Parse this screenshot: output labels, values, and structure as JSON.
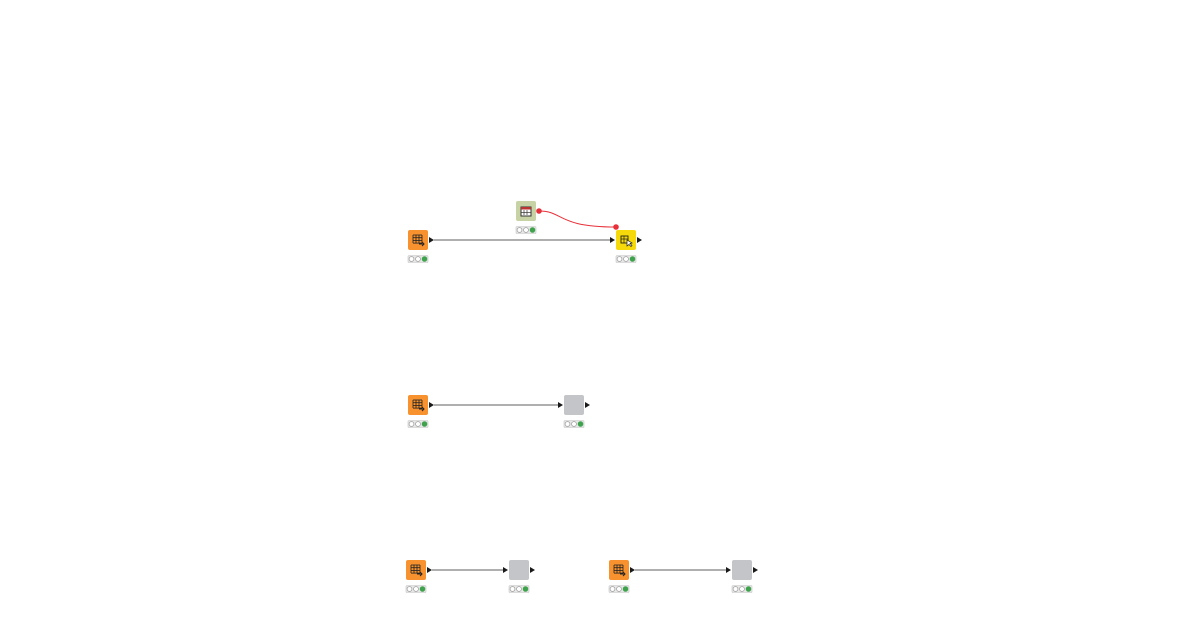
{
  "workflow": {
    "nodes": [
      {
        "id": "n1",
        "kind": "source",
        "fill": "#f7922f",
        "icon": "table-creator-icon",
        "status": [
          "idle",
          "idle",
          "executed"
        ]
      },
      {
        "id": "n2",
        "kind": "configuration",
        "fill": "#c7d3a5",
        "icon": "calendar-widget-icon",
        "status": [
          "idle",
          "idle",
          "executed"
        ]
      },
      {
        "id": "n3",
        "kind": "view",
        "fill": "#f5d90a",
        "icon": "interactive-view-icon",
        "status": [
          "idle",
          "idle",
          "executed"
        ]
      },
      {
        "id": "n4",
        "kind": "source",
        "fill": "#f7922f",
        "icon": "table-creator-icon",
        "status": [
          "idle",
          "idle",
          "executed"
        ]
      },
      {
        "id": "n5",
        "kind": "component",
        "fill": "#c3c5c8",
        "icon": "",
        "status": [
          "idle",
          "idle",
          "executed"
        ]
      },
      {
        "id": "n6",
        "kind": "source",
        "fill": "#f7922f",
        "icon": "table-reader-icon",
        "status": [
          "idle",
          "idle",
          "executed"
        ]
      },
      {
        "id": "n7",
        "kind": "component",
        "fill": "#c3c5c8",
        "icon": "",
        "status": [
          "idle",
          "idle",
          "executed"
        ]
      },
      {
        "id": "n8",
        "kind": "source",
        "fill": "#f7922f",
        "icon": "table-creator-icon",
        "status": [
          "idle",
          "idle",
          "executed"
        ]
      },
      {
        "id": "n9",
        "kind": "component",
        "fill": "#c3c5c8",
        "icon": "",
        "status": [
          "idle",
          "idle",
          "executed"
        ]
      }
    ],
    "connections": [
      {
        "from": "n1",
        "to": "n3",
        "type": "data"
      },
      {
        "from": "n2",
        "to": "n3",
        "type": "flow-variable"
      },
      {
        "from": "n4",
        "to": "n5",
        "type": "data"
      },
      {
        "from": "n6",
        "to": "n7",
        "type": "data"
      },
      {
        "from": "n8",
        "to": "n9",
        "type": "data"
      }
    ],
    "colors": {
      "data_connection": "#5f5f5f",
      "flow_variable": "#e8303a",
      "status_ok": "#3fa34d",
      "status_idle": "#ffffff",
      "status_border": "#9a9a9a",
      "port": "#1a1a1a"
    }
  }
}
